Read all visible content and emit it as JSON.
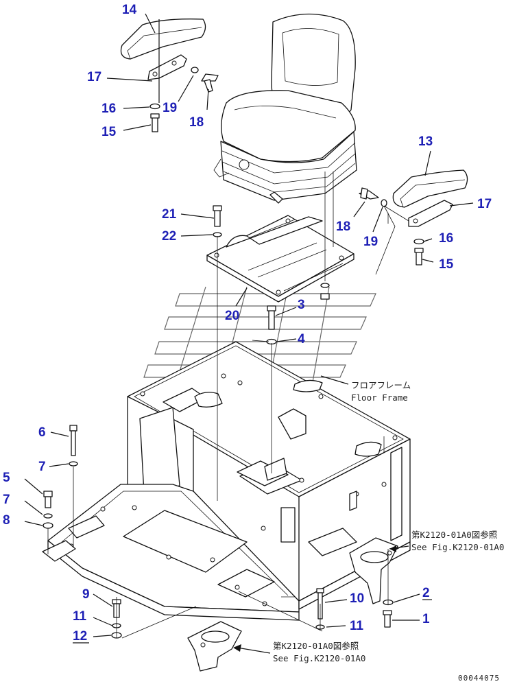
{
  "labels": [
    {
      "id": "l14a",
      "text": "14"
    },
    {
      "id": "l17a",
      "text": "17"
    },
    {
      "id": "l16a",
      "text": "16"
    },
    {
      "id": "l19a",
      "text": "19"
    },
    {
      "id": "l18a",
      "text": "18"
    },
    {
      "id": "l15a",
      "text": "15"
    },
    {
      "id": "l13",
      "text": "13"
    },
    {
      "id": "l17b",
      "text": "17"
    },
    {
      "id": "l18b",
      "text": "18"
    },
    {
      "id": "l19b",
      "text": "19"
    },
    {
      "id": "l16b",
      "text": "16"
    },
    {
      "id": "l15b",
      "text": "15"
    },
    {
      "id": "l21",
      "text": "21"
    },
    {
      "id": "l22",
      "text": "22"
    },
    {
      "id": "l3",
      "text": "3"
    },
    {
      "id": "l20",
      "text": "20"
    },
    {
      "id": "l4",
      "text": "4"
    },
    {
      "id": "l6",
      "text": "6"
    },
    {
      "id": "l7a",
      "text": "7"
    },
    {
      "id": "l5",
      "text": "5"
    },
    {
      "id": "l7b",
      "text": "7"
    },
    {
      "id": "l8",
      "text": "8"
    },
    {
      "id": "l9",
      "text": "9"
    },
    {
      "id": "l11a",
      "text": "11"
    },
    {
      "id": "l12",
      "text": "12"
    },
    {
      "id": "l10",
      "text": "10"
    },
    {
      "id": "l11b",
      "text": "11"
    },
    {
      "id": "l2",
      "text": "2"
    },
    {
      "id": "l1",
      "text": "1"
    }
  ],
  "notes": {
    "floor_frame_jp": "フロアフレーム",
    "floor_frame_en": "Floor Frame",
    "ref_right_jp": "第K2120-01A0図参照",
    "ref_right_en": "See Fig.K2120-01A0",
    "ref_bottom_jp": "第K2120-01A0図参照",
    "ref_bottom_en": "See Fig.K2120-01A0"
  },
  "drawing_code": "00044075"
}
